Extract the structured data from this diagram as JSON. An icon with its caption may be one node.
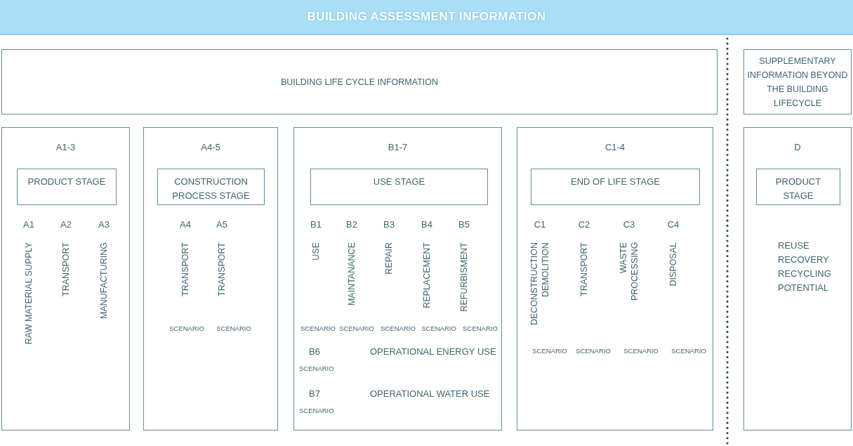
{
  "diagram": {
    "nodes": [
      {
        "text": [
          "BUILDING ASSESSMENT INFORMATION"
        ]
      },
      {
        "text": [
          "BUILDING LIFE CYCLE INFORMATION"
        ]
      },
      {
        "text": [
          "SUPPLEMENTARY INFORMATION BEYOND THE BUILDING LIFECYCLE"
        ]
      },
      {
        "text": [
          "A1-3",
          "A1",
          "A2",
          "A3",
          "RAW MATERIAL SUPPLY",
          "TRANSPORT",
          "MANUFACTURING"
        ]
      },
      {
        "text": [
          "PRODUCT STAGE"
        ],
        "in": 3
      },
      {
        "text": [
          "A4-5",
          "A4",
          "A5",
          "TRANSPORT",
          "TRANSPORT",
          "SCENARIO",
          "SCENARIO"
        ]
      },
      {
        "text": [
          "CONSTRUCTION PROCESS STAGE"
        ],
        "in": 5
      },
      {
        "text": [
          "B1-7",
          "B1",
          "B2",
          "B3",
          "B4",
          "B5",
          "USE",
          "MAINTANANCE",
          "REPAIR",
          "REPLACEMENT",
          "REFURBISMENT",
          "SCENARIO",
          "SCENARIO",
          "SCENARIO",
          "SCENARIO",
          "SCENARIO",
          "B6",
          "SCENARIO",
          "OPERATIONAL ENERGY USE",
          "B7",
          "SCENARIO",
          "OPERATIONAL WATER USE"
        ]
      },
      {
        "text": [
          "USE STAGE"
        ],
        "in": 7
      },
      {
        "text": [
          "C1-4",
          "C1",
          "C2",
          "C3",
          "C4",
          "DECONSTRUCTION DEMOLITION",
          "TRANSPORT",
          "WASTE PROCESSING",
          "DISPOSAL",
          "SCENARIO",
          "SCENARIO",
          "SCENARIO",
          "SCENARIO"
        ]
      },
      {
        "text": [
          "END OF LIFE STAGE"
        ],
        "in": 9
      },
      {
        "text": [
          "D",
          "REUSE RECOVERY RECYCLING POTENTIAL"
        ]
      },
      {
        "text": [
          "PRODUCT STAGE"
        ],
        "in": 11
      }
    ]
  }
}
